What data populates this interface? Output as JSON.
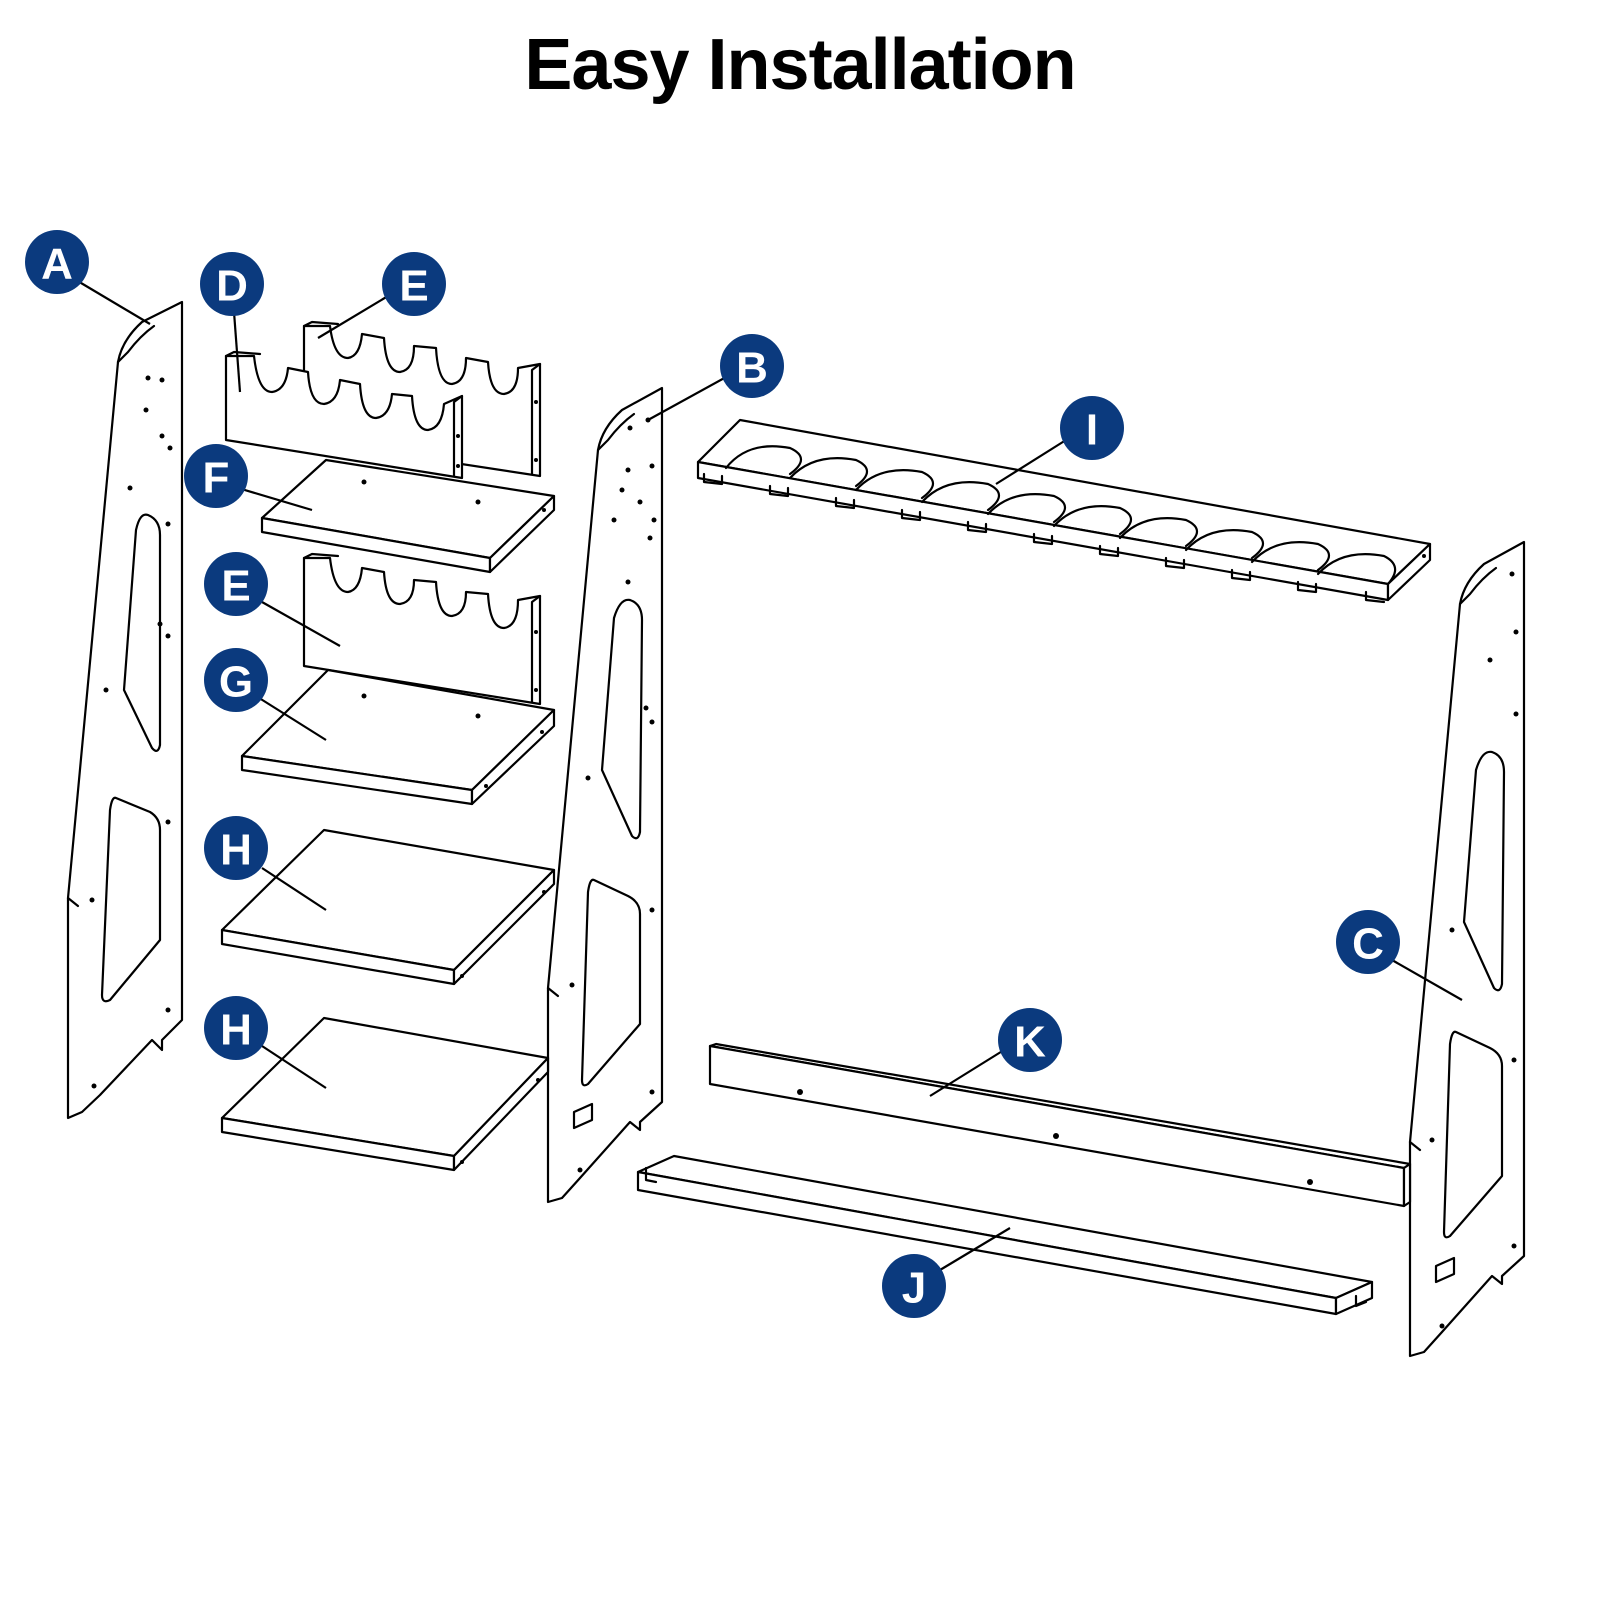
{
  "title": "Easy Installation",
  "colors": {
    "badge": "#0b3a7e",
    "line": "#000000",
    "background": "#ffffff"
  },
  "labels": {
    "A": "A",
    "B": "B",
    "C": "C",
    "D": "D",
    "E": "E",
    "F": "F",
    "G": "G",
    "H": "H",
    "I": "I",
    "J": "J",
    "K": "K"
  }
}
